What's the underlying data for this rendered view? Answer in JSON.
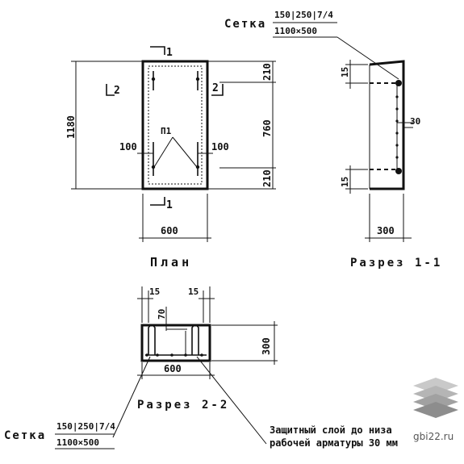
{
  "mesh_top": {
    "label": "Сетка",
    "numerator": "150|250|7/4",
    "denominator": "1100×500"
  },
  "mesh_bottom": {
    "label": "Сетка",
    "numerator": "150|250|7/4",
    "denominator": "1100×500"
  },
  "plan": {
    "title": "План",
    "section1_mark": "1",
    "section1_mark_bottom": "1",
    "section2_mark_left": "2",
    "section2_mark_right": "2",
    "dim_total_height": "1180",
    "dim_width": "600",
    "dim_top": "210",
    "dim_mid": "760",
    "dim_bottom": "210",
    "dim_left_100": "100",
    "dim_right_100": "100",
    "hinge_label": "П1"
  },
  "section_1_1": {
    "title": "Разрез 1-1",
    "dim_top_15": "15",
    "dim_bottom_15": "15",
    "dim_30": "30",
    "dim_300": "300"
  },
  "section_2_2": {
    "title": "Разрез 2-2",
    "dim_left_15": "15",
    "dim_right_15": "15",
    "dim_70": "70",
    "dim_300": "300",
    "dim_600": "600"
  },
  "note": {
    "line1": "Защитный слой до низа",
    "line2": "рабочей арматуры 30 мм"
  },
  "watermark": "gbi22.ru"
}
